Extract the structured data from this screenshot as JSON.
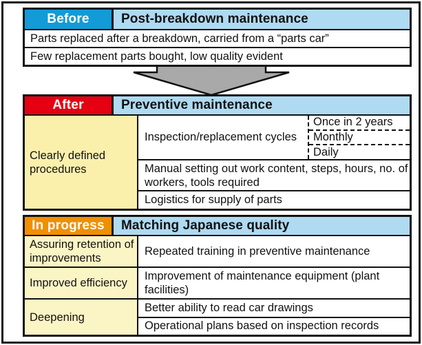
{
  "colors": {
    "tag_blue": "#129BD7",
    "tag_red": "#E50012",
    "tag_orange": "#F08F00",
    "header_light_blue": "#AEDAF2",
    "label_yellow_after": "#FAF0AC",
    "label_yellow_progress": "#FBF4C4",
    "arrow_gray": "#A9A9A9",
    "border_black": "#111111"
  },
  "before": {
    "tag": "Before",
    "title": "Post-breakdown maintenance",
    "rows": [
      "Parts replaced after a breakdown, carried from a “parts car”",
      "Few replacement parts bought, low quality evident"
    ]
  },
  "after": {
    "tag": "After",
    "title": "Preventive maintenance",
    "label": "Clearly defined procedures",
    "cycles": {
      "text": "Inspection/replacement cycles",
      "options": [
        "Once in 2 years",
        "Monthly",
        "Daily"
      ]
    },
    "manual": "Manual setting out work content, steps, hours, no. of workers, tools required",
    "logistics": "Logistics for supply of parts"
  },
  "in_progress": {
    "tag": "In progress",
    "title": "Matching Japanese quality",
    "rows": [
      {
        "label": "Assuring retention of improvements",
        "items": [
          "Repeated training in preventive maintenance"
        ]
      },
      {
        "label": "Improved efficiency",
        "items": [
          "Improvement of maintenance equipment (plant facilities)"
        ]
      },
      {
        "label": "Deepening",
        "items": [
          "Better ability to read car drawings",
          "Operational plans based on inspection records"
        ]
      }
    ]
  }
}
